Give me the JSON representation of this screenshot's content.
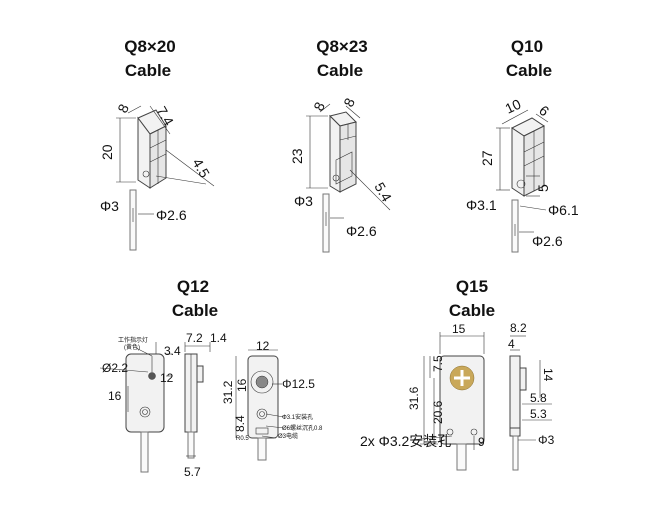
{
  "sensors": [
    {
      "id": "q8x20",
      "model": "Q8×20",
      "subtitle": "Cable",
      "dims": {
        "width": "8",
        "depth": "7.4",
        "height": "20",
        "cable_offset": "4.5",
        "hole": "Φ3",
        "cable": "Φ2.6"
      }
    },
    {
      "id": "q8x23",
      "model": "Q8×23",
      "subtitle": "Cable",
      "dims": {
        "width": "8",
        "depth": "8",
        "height": "23",
        "cable_offset": "5.4",
        "hole": "Φ3",
        "cable": "Φ2.6"
      }
    },
    {
      "id": "q10",
      "model": "Q10",
      "subtitle": "Cable",
      "dims": {
        "width": "10",
        "depth": "6",
        "height": "27",
        "boss": "5",
        "hole": "Φ3.1",
        "boss_dia": "Φ6.1",
        "cable": "Φ2.6"
      }
    },
    {
      "id": "q12",
      "model": "Q12",
      "subtitle": "Cable",
      "dims": {
        "indicator_label": "工作指示灯",
        "indicator_color": "(黄色)",
        "led": "Ø2.2",
        "h12": "12",
        "h16": "16",
        "top_offset": "3.4",
        "depth": "7.2",
        "lip": "1.4",
        "width": "12",
        "height": "31.2",
        "face_dia": "Φ12.5",
        "side16": "16",
        "b84": "8.4",
        "mount_hole": "Φ3.1安装孔",
        "countersink": "Ø6螺丝沉孔0.8",
        "r05": "R0.5",
        "cable_hole": "Ø3电缆",
        "bottom": "5.7"
      }
    },
    {
      "id": "q15",
      "model": "Q15",
      "subtitle": "Cable",
      "dims": {
        "width": "15",
        "height": "31.6",
        "h206": "20.6",
        "h75": "7.5",
        "mount_holes": "2x Φ3.2安装孔",
        "pitch": "9",
        "depth": "8.2",
        "d4": "4",
        "d14": "14",
        "d58": "5.8",
        "d53": "5.3",
        "cable": "Φ3"
      }
    }
  ]
}
